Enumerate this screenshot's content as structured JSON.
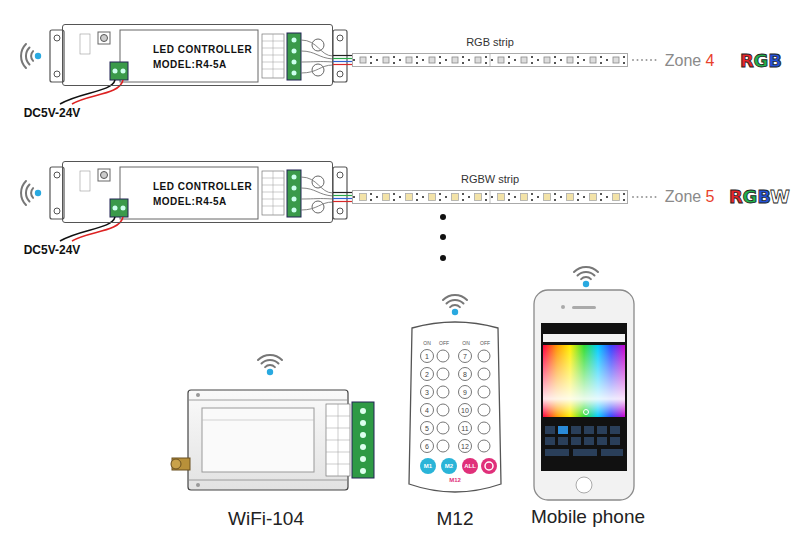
{
  "diagram": {
    "nodes": [
      {
        "text": [
          "LED CONTROLLER",
          "MODEL:R4-5A"
        ]
      },
      {
        "text": [
          "RGB strip"
        ]
      },
      {
        "text": [
          "LED CONTROLLER",
          "MODEL:R4-5A"
        ]
      },
      {
        "text": [
          "RGBW strip"
        ]
      }
    ],
    "edges": [
      {
        "from": 0,
        "to": 1,
        "arrow": "none"
      },
      {
        "from": 2,
        "to": 3,
        "arrow": "none"
      }
    ],
    "labels": [
      "DC5V-24V",
      "Zone",
      "4",
      "R",
      "G",
      "B",
      "DC5V-24V",
      "Zone",
      "5",
      "R",
      "G",
      "B",
      "W",
      "WiFi-104",
      "ON",
      "OFF",
      "ON",
      "OFF",
      "1",
      "2",
      "3",
      "4",
      "5",
      "6",
      "7",
      "8",
      "9",
      "10",
      "11",
      "12",
      "M1",
      "M2",
      "ALL",
      "M12",
      "M12",
      "Mobile phone"
    ]
  }
}
